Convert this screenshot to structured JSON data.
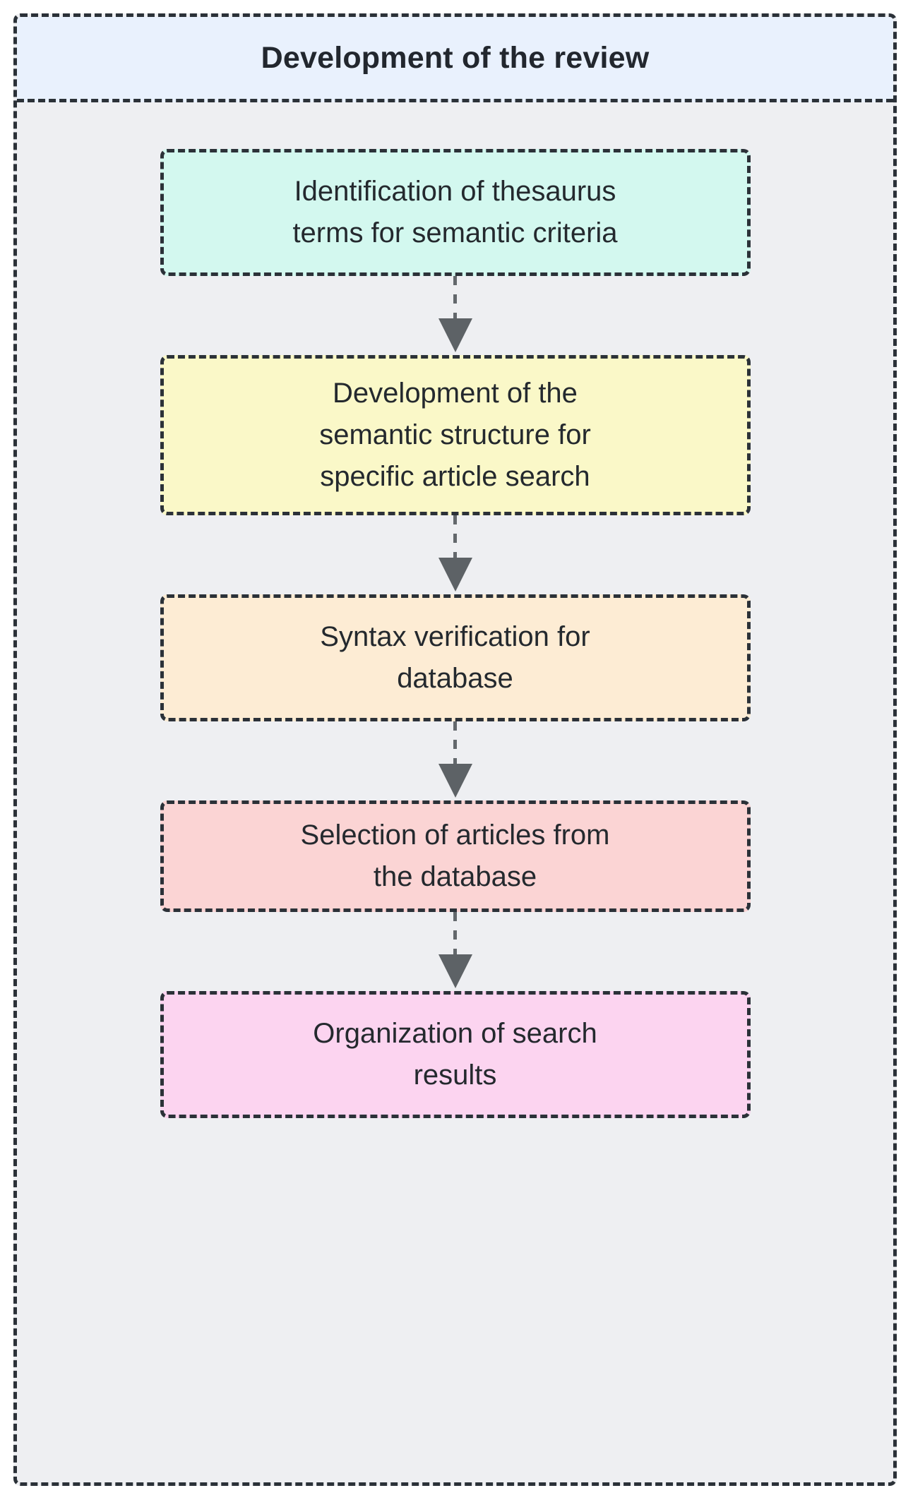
{
  "diagram": {
    "type": "flowchart",
    "direction": "top-to-bottom",
    "title": "Development of the review",
    "colors": {
      "container_fill": "#eeeff2",
      "title_fill": "#e9f1fd",
      "border": "#2b3138",
      "text": "#24292e",
      "arrow": "#5d6266"
    },
    "nodes": [
      {
        "id": "node-1",
        "label": "Identification of thesaurus\nterms for semantic criteria",
        "fill": "#d3f8ef"
      },
      {
        "id": "node-2",
        "label": "Development of the\nsemantic structure for\nspecific article search",
        "fill": "#faf8c8"
      },
      {
        "id": "node-3",
        "label": "Syntax verification for\ndatabase",
        "fill": "#fdecd4"
      },
      {
        "id": "node-4",
        "label": "Selection of articles from\nthe database",
        "fill": "#fbd4d4"
      },
      {
        "id": "node-5",
        "label": "Organization of search\nresults",
        "fill": "#fcd4f0"
      }
    ],
    "edges": [
      {
        "id": "edge-1",
        "from": "node-1",
        "to": "node-2",
        "style": "dashed",
        "arrowhead": "triangle"
      },
      {
        "id": "edge-2",
        "from": "node-2",
        "to": "node-3",
        "style": "dashed",
        "arrowhead": "triangle"
      },
      {
        "id": "edge-3",
        "from": "node-3",
        "to": "node-4",
        "style": "dashed",
        "arrowhead": "triangle"
      },
      {
        "id": "edge-4",
        "from": "node-4",
        "to": "node-5",
        "style": "dashed",
        "arrowhead": "triangle"
      }
    ]
  }
}
